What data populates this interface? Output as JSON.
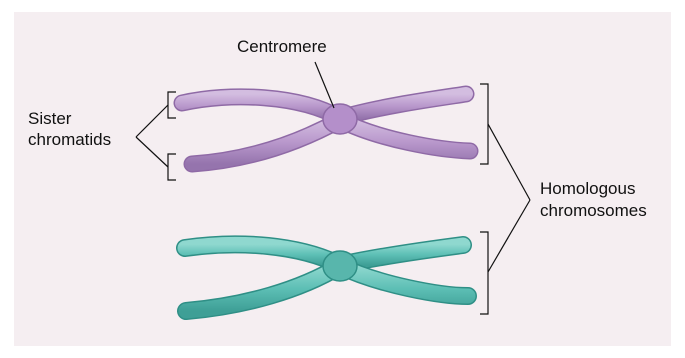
{
  "labels": {
    "centromere": "Centromere",
    "sister_line1": "Sister",
    "sister_line2": "chromatids",
    "homologous_line1": "Homologous",
    "homologous_line2": "chromosomes"
  },
  "colors": {
    "background": "#f5eef1",
    "purple_chromosome": "#b998cc",
    "purple_outline": "#8f6aa6",
    "teal_chromosome": "#5dbfb5",
    "teal_outline": "#2f8f86",
    "lines": "#111111"
  }
}
